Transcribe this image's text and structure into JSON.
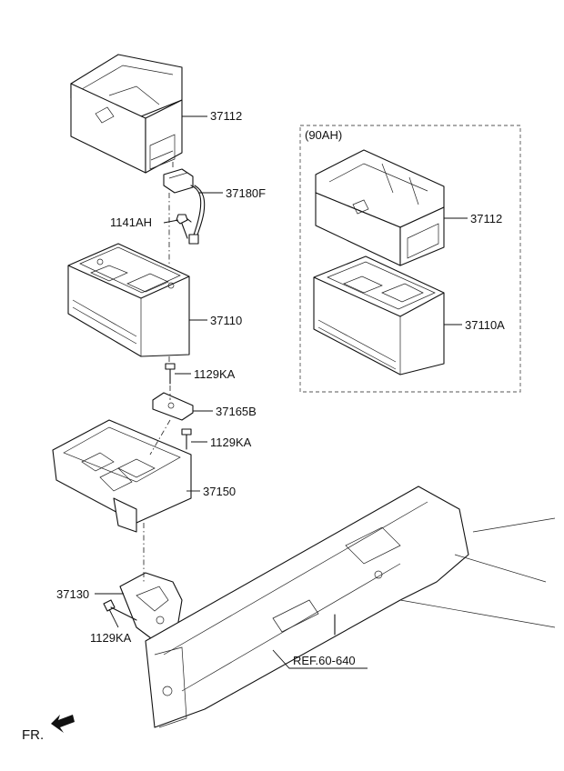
{
  "labels": {
    "tray_cover_main": "37112",
    "cable_sensor": "37180F",
    "bolt_sensor": "1141AH",
    "battery_main": "37110",
    "bolt_clamp": "1129KA",
    "clamp": "37165B",
    "bolt_tray": "1129KA",
    "tray": "37150",
    "bracket": "37130",
    "bolt_bracket": "1129KA",
    "tray_cover_90ah": "37112",
    "battery_90ah": "37110A"
  },
  "option_box_title": "(90AH)",
  "reference": "REF.60-640",
  "direction_label": "FR."
}
